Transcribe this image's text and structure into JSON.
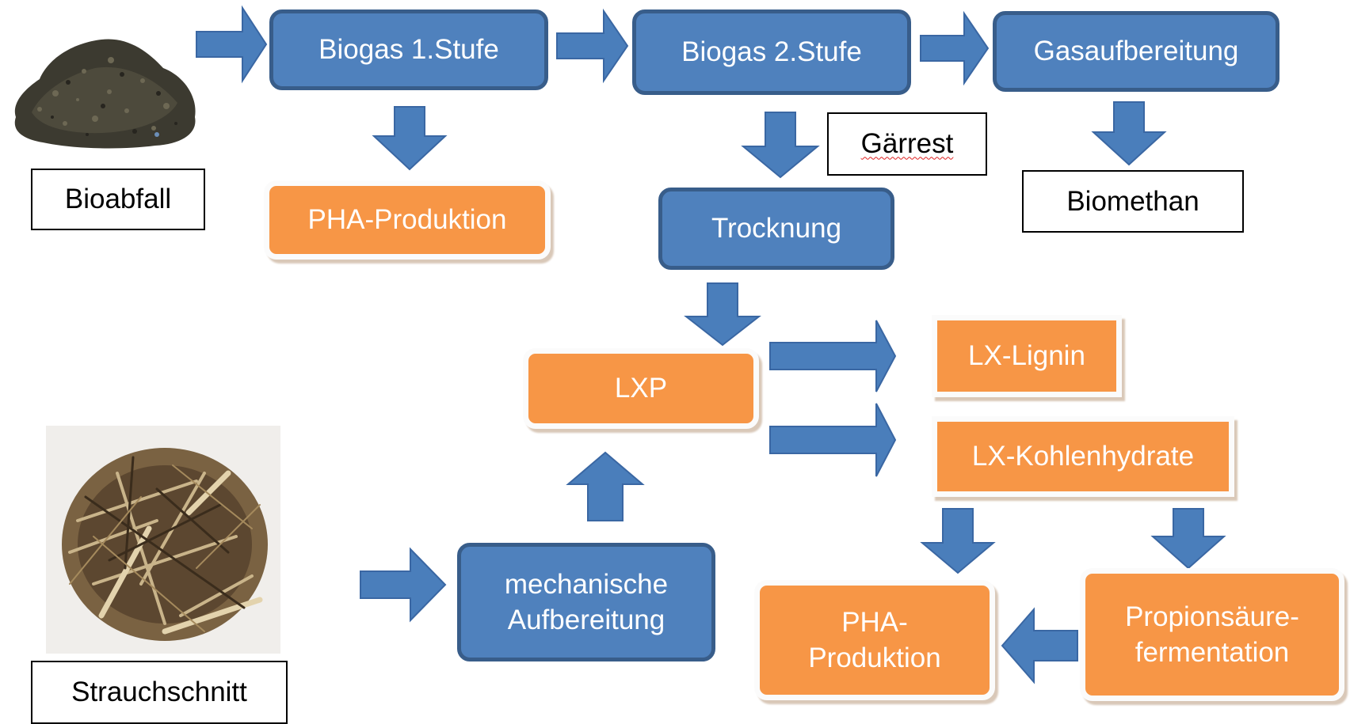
{
  "images": {
    "bioabfall_picture": "compost-pile-image",
    "strauchschnitt_picture": "shrub-clippings-image"
  },
  "labels": {
    "bioabfall": "Bioabfall",
    "strauchschnitt": "Strauchschnitt",
    "gaerrest": "Gärrest",
    "biomethan": "Biomethan"
  },
  "process_steps": {
    "biogas1": "Biogas 1.Stufe",
    "biogas2": "Biogas 2.Stufe",
    "gasaufbereitung": "Gasaufbereitung",
    "trocknung": "Trocknung",
    "mech_line1": "mechanische",
    "mech_line2": "Aufbereitung"
  },
  "products": {
    "pha_top": "PHA-Produktion",
    "lxp": "LXP",
    "lx_lignin": "LX-Lignin",
    "lx_kohlenhydrate": "LX-Kohlenhydrate",
    "pha_bottom_line1": "PHA-",
    "pha_bottom_line2": "Produktion",
    "propion_line1": "Propionsäure-",
    "propion_line2": "fermentation"
  },
  "colors": {
    "process_fill": "#4f81bd",
    "process_border": "#385d8a",
    "product_fill": "#f79646",
    "arrow_fill": "#4a7ebb"
  }
}
